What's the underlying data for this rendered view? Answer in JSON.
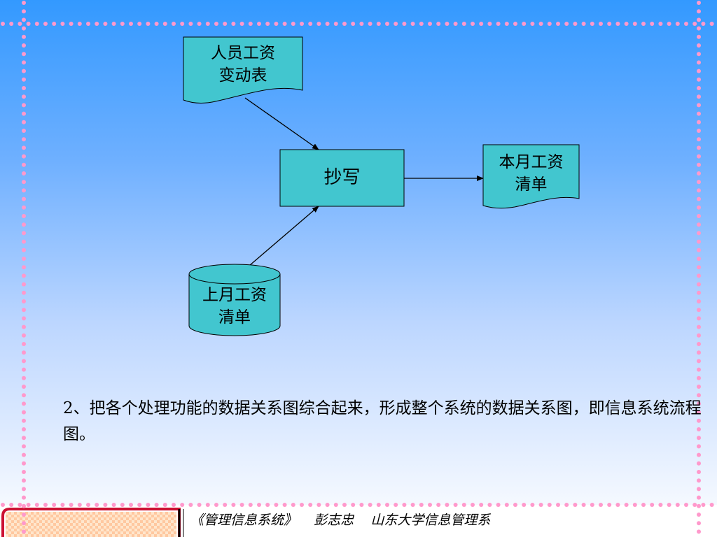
{
  "diagram": {
    "nodes": {
      "salary_change_doc": {
        "label": "人员工资\n变动表",
        "shape": "document"
      },
      "copy_process": {
        "label": "抄写",
        "shape": "process"
      },
      "this_month_doc": {
        "label": "本月工资\n清单",
        "shape": "document"
      },
      "last_month_store": {
        "label": "上月工资\n清单",
        "shape": "data-store"
      }
    },
    "edges": [
      {
        "from": "salary_change_doc",
        "to": "copy_process"
      },
      {
        "from": "last_month_store",
        "to": "copy_process"
      },
      {
        "from": "copy_process",
        "to": "this_month_doc"
      }
    ]
  },
  "caption": "2、把各个处理功能的数据关系图综合起来，形成整个系统的数据关系图，即信息系统流程图。",
  "footer": "《管理信息系统》    彭志忠    山东大学信息管理系",
  "colors": {
    "shape_fill": "#42c6cf",
    "border_dots": "#ff99cc",
    "footer_bar": "#cc1133",
    "footer_bg": "#ffe6cc"
  }
}
